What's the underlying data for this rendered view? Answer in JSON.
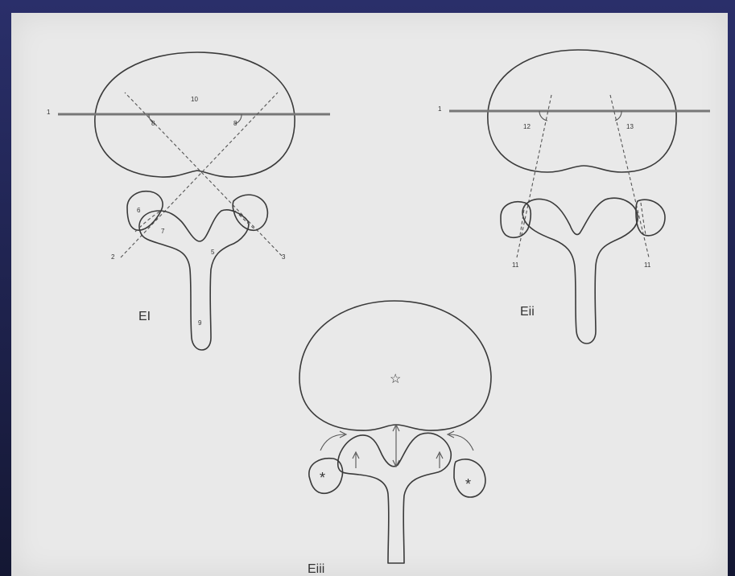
{
  "diagrams": {
    "left": {
      "label": "EI",
      "numbers": {
        "body": "10",
        "line": "1",
        "angle_left": "8",
        "angle_right": "8",
        "facet_sup": "6",
        "facet_inf": "7",
        "lamina": "5",
        "spinous": "9",
        "axis_left": "2",
        "axis_right": "3"
      }
    },
    "right": {
      "label": "Eii",
      "numbers": {
        "line": "1",
        "angle_left": "12",
        "angle_right": "13",
        "axis_left": "11",
        "axis_right": "11"
      }
    },
    "bottom": {
      "label": "Eiii",
      "star": "☆",
      "asterisk_left": "*",
      "asterisk_right": "*"
    }
  }
}
